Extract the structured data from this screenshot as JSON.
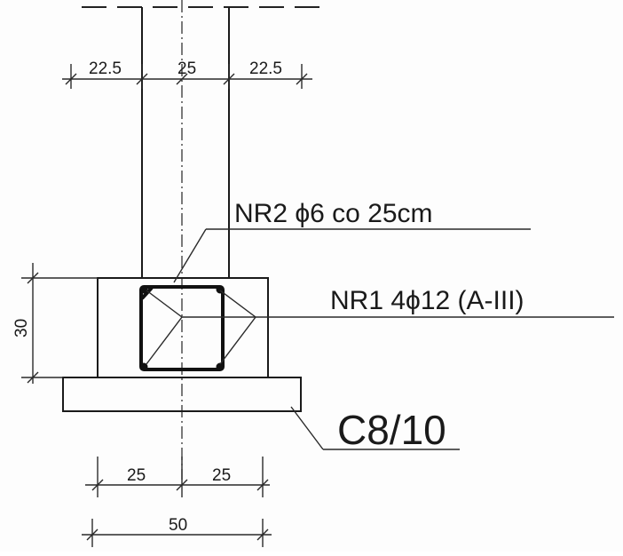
{
  "drawing": {
    "column_dims": [
      "22.5",
      "25",
      "22.5"
    ],
    "footing_height": "30",
    "base_dims": [
      "25",
      "25"
    ],
    "base_total": "50",
    "stirrup_label": "NR2  ϕ6 co 25cm",
    "main_bar_label": "NR1  4ϕ12 (A-III)",
    "lean_concrete_label": "C8/10",
    "colors": {
      "line": "#1a1a1a",
      "paper": "#fdfdfd"
    }
  }
}
